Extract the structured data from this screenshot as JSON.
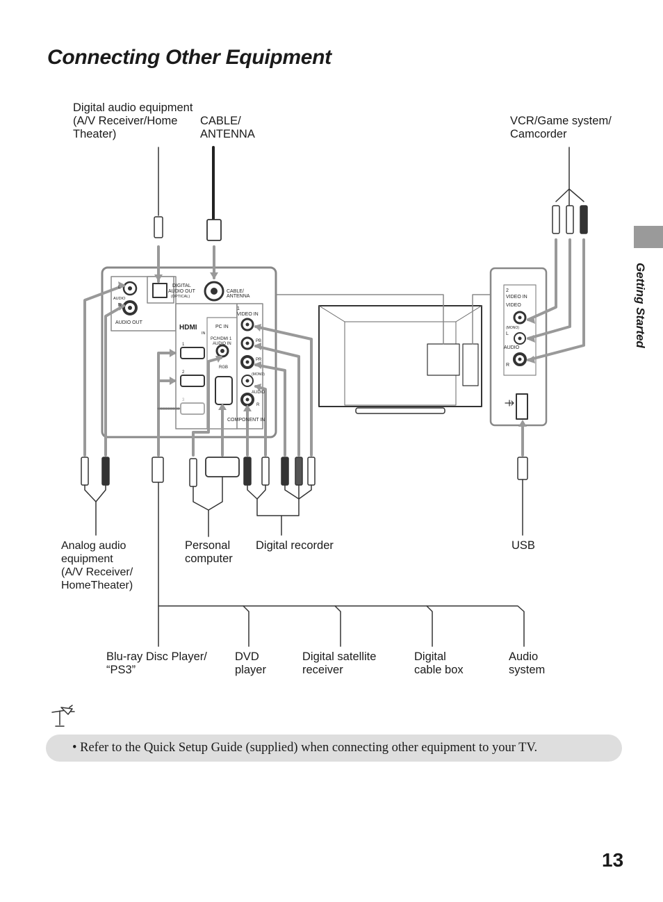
{
  "page": {
    "title": "Connecting Other Equipment",
    "section_tab": "Getting Started",
    "page_number": "13"
  },
  "labels": {
    "digital_audio": "Digital audio equipment\n(A/V Receiver/Home\nTheater)",
    "cable_antenna": "CABLE/\nANTENNA",
    "vcr": "VCR/Game system/\nCamcorder",
    "analog_audio": "Analog audio\nequipment\n(A/V Receiver/\nHomeTheater)",
    "personal_computer": "Personal\ncomputer",
    "digital_recorder": "Digital recorder",
    "usb": "USB",
    "bluray": "Blu-ray Disc Player/\n“PS3”",
    "dvd": "DVD\nplayer",
    "satellite": "Digital satellite\nreceiver",
    "cable_box": "Digital\ncable box",
    "audio_system": "Audio\nsystem"
  },
  "panel": {
    "digital_audio_out": "DIGITAL",
    "digital_audio_out_2": "AUDIO OUT",
    "optical": "(OPTICAL)",
    "cable_ant_1": "CABLE/",
    "cable_ant_2": "ANTENNA",
    "l": "L",
    "audio": "AUDIO",
    "r": "R",
    "audio_out": "AUDIO OUT",
    "hdmi": "HDMI",
    "in": "IN",
    "pc_in": "PC IN",
    "pc_hdmi_1": "PC/HDMI 1",
    "audio_in": "AUDIO IN",
    "rgb": "RGB",
    "video_in_1": "1",
    "video_in": "VIDEO IN",
    "pb": "PB",
    "pr": "PR",
    "mono": "(MONO)",
    "component_in": "COMPONENT IN",
    "hdmi_1": "1",
    "hdmi_2": "2",
    "hdmi_3": "3",
    "side_2": "2",
    "side_video_in": "VIDEO  IN",
    "side_video": "VIDEO",
    "side_audio": "AUDIO",
    "side_l": "L",
    "side_r": "R"
  },
  "tip": {
    "icon": "tip-lamp-icon",
    "text": "• Refer to the Quick Setup Guide (supplied) when connecting other equipment to your TV."
  }
}
